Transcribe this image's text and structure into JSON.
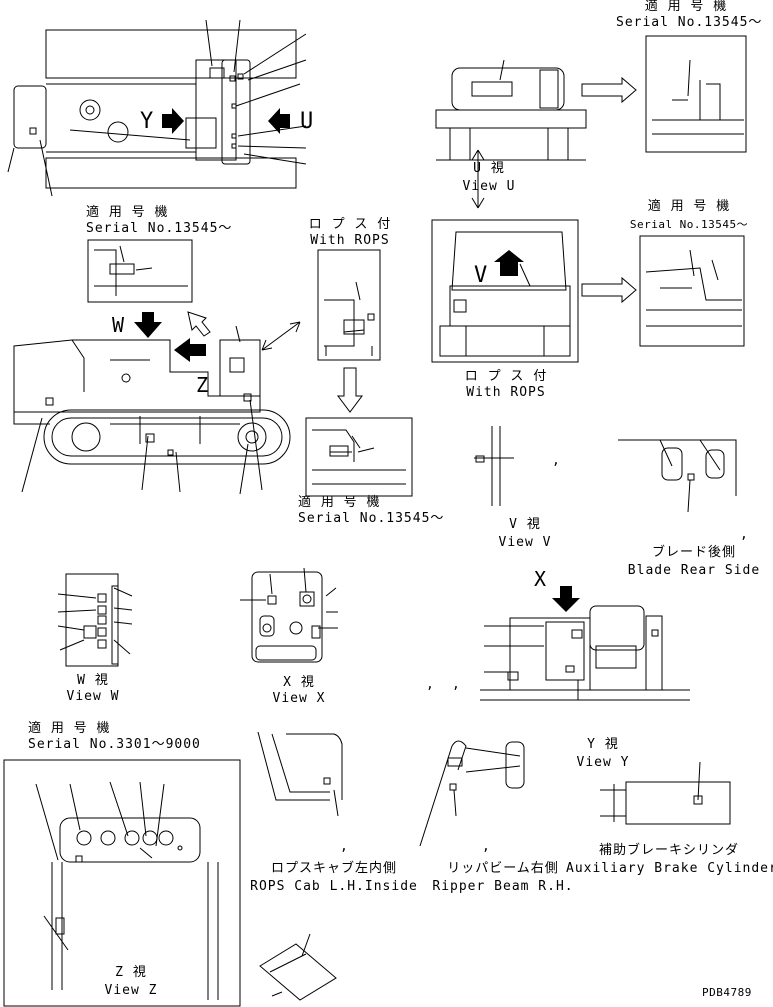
{
  "figure_id": "PDB4789",
  "serial_notes": {
    "top_right": {
      "jp": "適 用 号 機",
      "en": "Serial No.13545～"
    },
    "mid_right": {
      "jp": "適 用 号 機",
      "en": "Serial No.13545～"
    },
    "mid_left": {
      "jp": "適 用 号 機",
      "en": "Serial No.13545～"
    },
    "rops_center": {
      "jp": "適 用 号 機",
      "en": "Serial No.13545～"
    },
    "bottom_left": {
      "jp": "適 用 号 機",
      "en": "Serial No.3301～9000"
    }
  },
  "rops": {
    "left": {
      "jp": "ロ プ ス 付",
      "en": "With ROPS"
    },
    "right": {
      "jp": "ロ プ ス 付",
      "en": "With ROPS"
    }
  },
  "arrow_letters": {
    "y": "Y",
    "u": "U",
    "w": "W",
    "z": "Z",
    "v": "V",
    "x": "X"
  },
  "views": {
    "u": {
      "jp": "U 視",
      "en": "View U"
    },
    "v": {
      "jp": "V 視",
      "en": "View V"
    },
    "w": {
      "jp": "W 視",
      "en": "View W"
    },
    "x": {
      "jp": "X 視",
      "en": "View X"
    },
    "y": {
      "jp": "Y 視",
      "en": "View Y"
    },
    "z": {
      "jp": "Z 視",
      "en": "View Z"
    }
  },
  "locations": {
    "blade_rear": {
      "jp": "ブレード後側",
      "en": "Blade Rear Side"
    },
    "rops_cab": {
      "jp": "ロプスキャブ左内側",
      "en": "ROPS Cab L.H.Inside"
    },
    "ripper_beam": {
      "jp": "リッパビーム右側",
      "en": "Ripper Beam R.H."
    },
    "aux_brake": {
      "jp": "補助ブレーキシリンダ",
      "en": "Auxiliary Brake Cylinder"
    }
  },
  "separators": {
    "comma": ","
  }
}
